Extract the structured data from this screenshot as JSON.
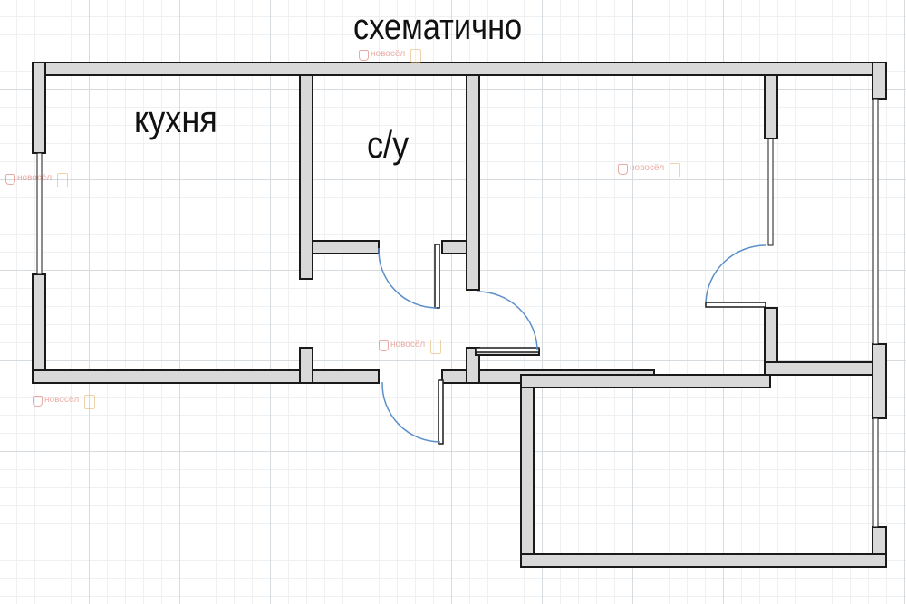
{
  "title": "схематично",
  "rooms": {
    "kitchen": "кухня",
    "bathroom": "с/у"
  },
  "watermark": {
    "brand": "новосёл"
  },
  "colors": {
    "wall_fill": "#d9d9d9",
    "wall_stroke": "#1a1a1a",
    "door_swing": "#5b8fc9",
    "watermark": "#d66a5c"
  }
}
